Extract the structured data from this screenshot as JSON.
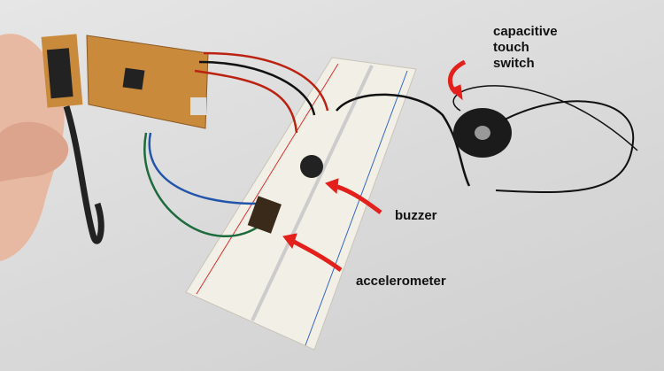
{
  "annotations": {
    "capacitive_touch_switch": [
      "capacitive",
      "touch",
      "switch"
    ],
    "buzzer": "buzzer",
    "accelerometer": "accelerometer"
  },
  "colors": {
    "arrow": "#e3201b",
    "pcb": "#c98a3c",
    "breadboard": "#f2efe6",
    "background": "#dcdcdc"
  }
}
